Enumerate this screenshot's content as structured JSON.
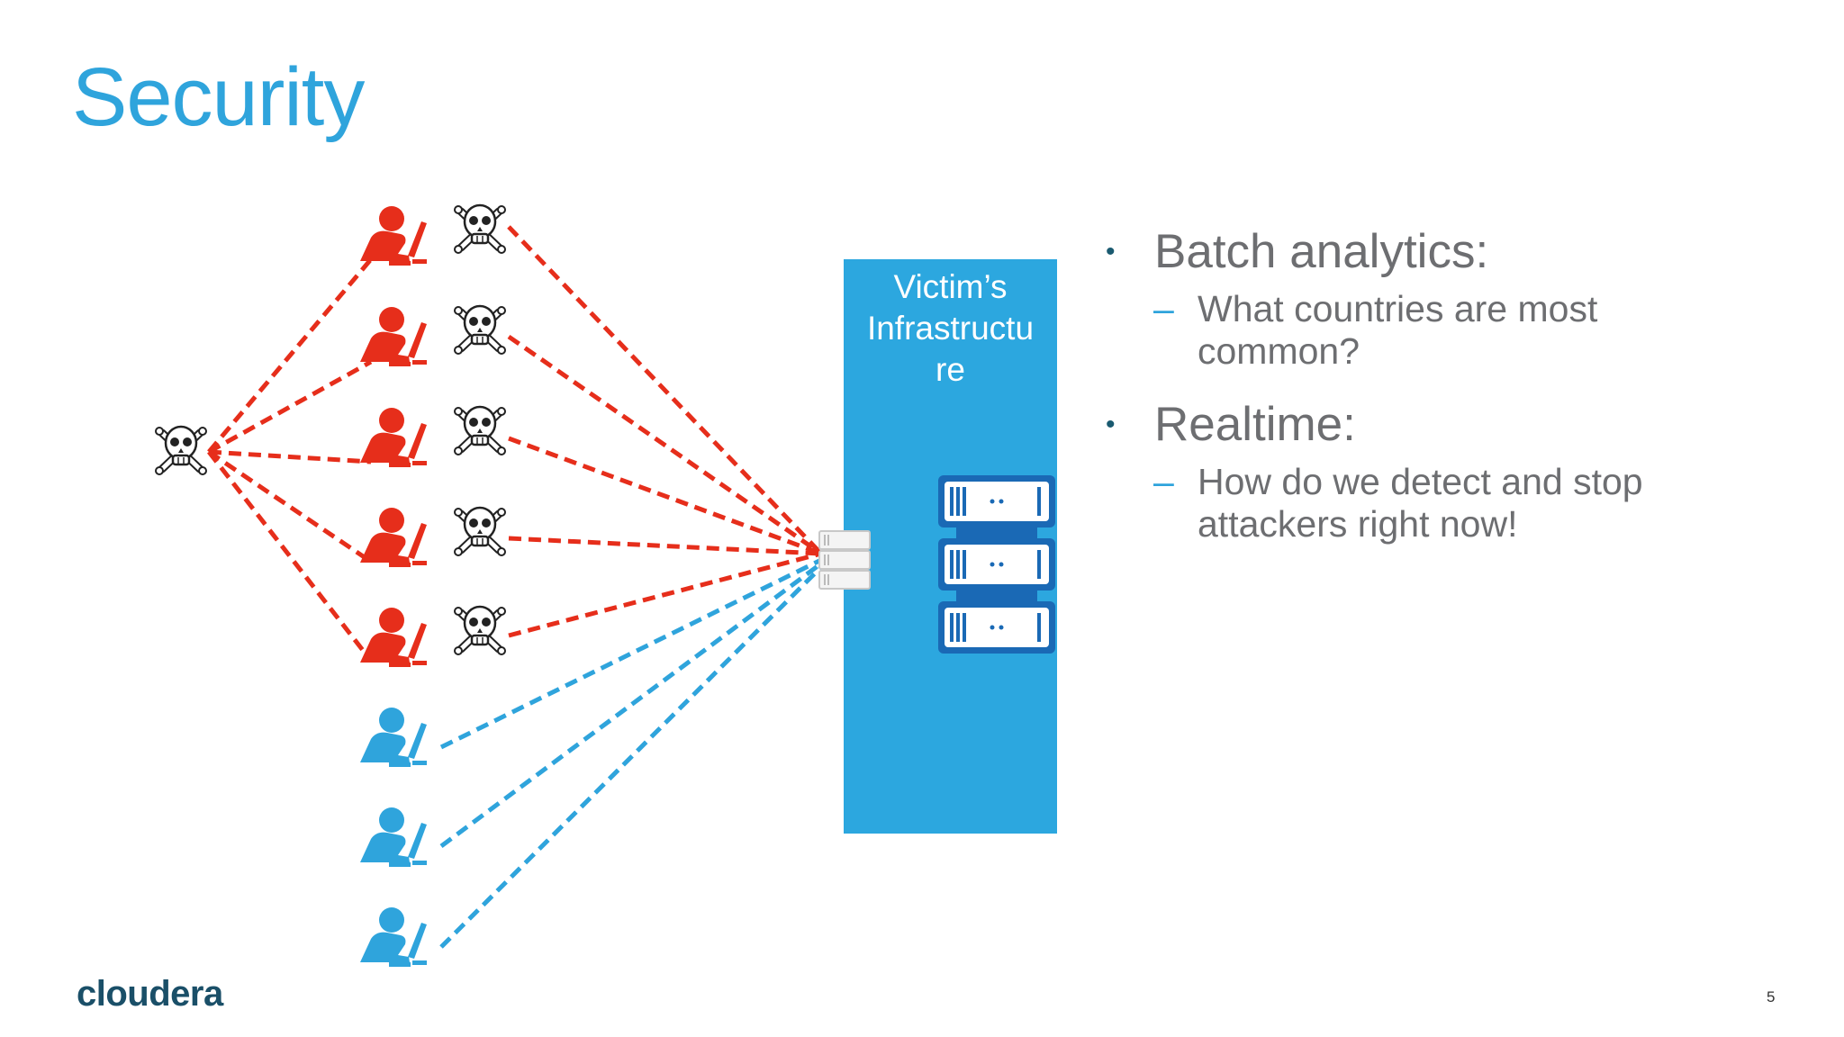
{
  "slide": {
    "title": "Security",
    "page_number": "5",
    "logo_text": "cloudera"
  },
  "diagram": {
    "infrastructure_label": "Victim’s Infrastructu re",
    "infrastructure_label_lines": [
      "Victim’s",
      "Infrastructu",
      "re"
    ],
    "malicious_users": 5,
    "legitimate_users": 3,
    "server_units": 3,
    "colors": {
      "malicious": "#e62e1b",
      "legitimate": "#2fa4dc",
      "infrastructure": "#2ca7df",
      "server_dark": "#1a69b5",
      "skull": "#222222"
    }
  },
  "bullets": [
    {
      "text": "Batch analytics:",
      "sub": [
        "What countries are most",
        "common?"
      ]
    },
    {
      "text": "Realtime:",
      "sub": [
        "How do we detect and stop",
        "attackers right now!"
      ]
    }
  ]
}
